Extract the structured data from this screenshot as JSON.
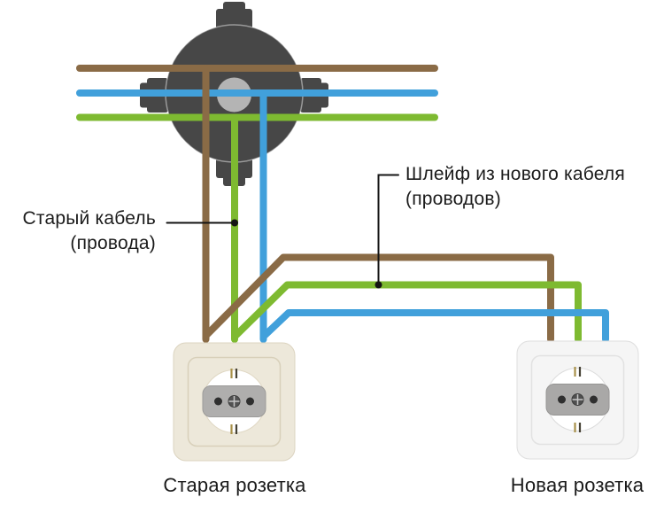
{
  "labels": {
    "old_cable": {
      "line1": "Старый кабель",
      "line2": "(провода)"
    },
    "new_loop": {
      "line1": "Шлейф из нового кабеля",
      "line2": "(проводов)"
    },
    "old_socket_caption": "Старая розетка",
    "new_socket_caption": "Новая розетка"
  },
  "palette": {
    "wire_brown": "#8A6B46",
    "wire_blue": "#41A0DB",
    "wire_green": "#7EBA31",
    "junction_box": "#474747",
    "junction_knockout": "#B4B4B4",
    "old_socket_plate": "#EDE8DA",
    "old_socket_frame": "#D8D0BA",
    "new_socket_plate": "#F5F5F5",
    "new_socket_frame": "#E2E2E2",
    "socket_face_gray": "#AFAEAD",
    "socket_hole": "#2F2F2F",
    "leader_line": "#141414",
    "text": "#1B1B1B",
    "background": "#FFFFFF"
  }
}
